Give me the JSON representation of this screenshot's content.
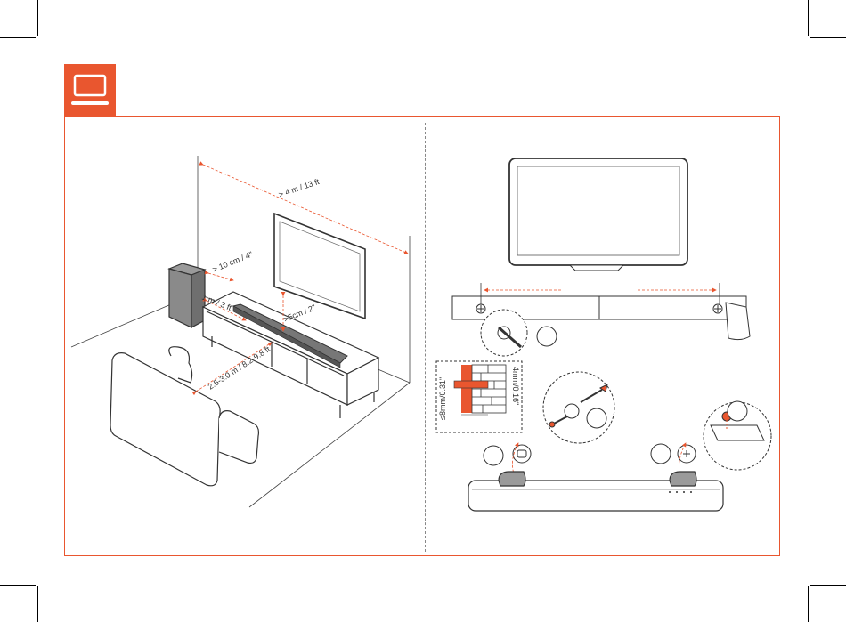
{
  "colors": {
    "accent": "#e9562f",
    "line": "#333333",
    "panel_fill": "#f7f7f7"
  },
  "icons": {
    "badge": "tv-icon"
  },
  "left_panel": {
    "dim_tv_distance": "> 4 m / 13 ft",
    "dim_sub_gap": "> 10 cm / 4\"",
    "dim_sub_bar": "1 m / 3 ft",
    "dim_tv_height": ">5cm / 2\"",
    "dim_seating": "2.5-3.0 m / 8.2-9.8 ft"
  },
  "right_panel": {
    "dim_screw": "≤8mm/0.31\"",
    "dim_depth": "4mm/0.16\""
  }
}
